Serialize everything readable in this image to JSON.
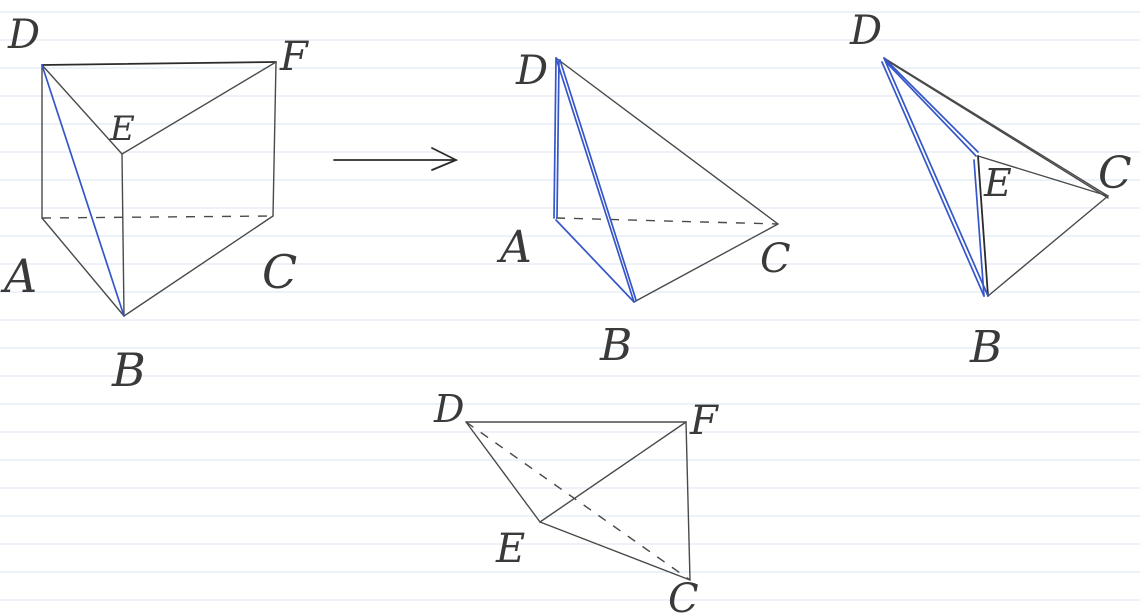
{
  "labels": {
    "fig1": {
      "D": "D",
      "F": "F",
      "E": "E",
      "A": "A",
      "B": "B",
      "C": "C"
    },
    "fig2": {
      "D": "D",
      "A": "A",
      "B": "B",
      "C": "C"
    },
    "fig3": {
      "D": "D",
      "E": "E",
      "B": "B",
      "C": "C"
    },
    "fig4": {
      "D": "D",
      "F": "F",
      "E": "E",
      "C": "C"
    }
  },
  "colors": {
    "ink": "#4a4a4a",
    "highlight": "#3556c9",
    "paper_rule": "#d9e6ef"
  }
}
